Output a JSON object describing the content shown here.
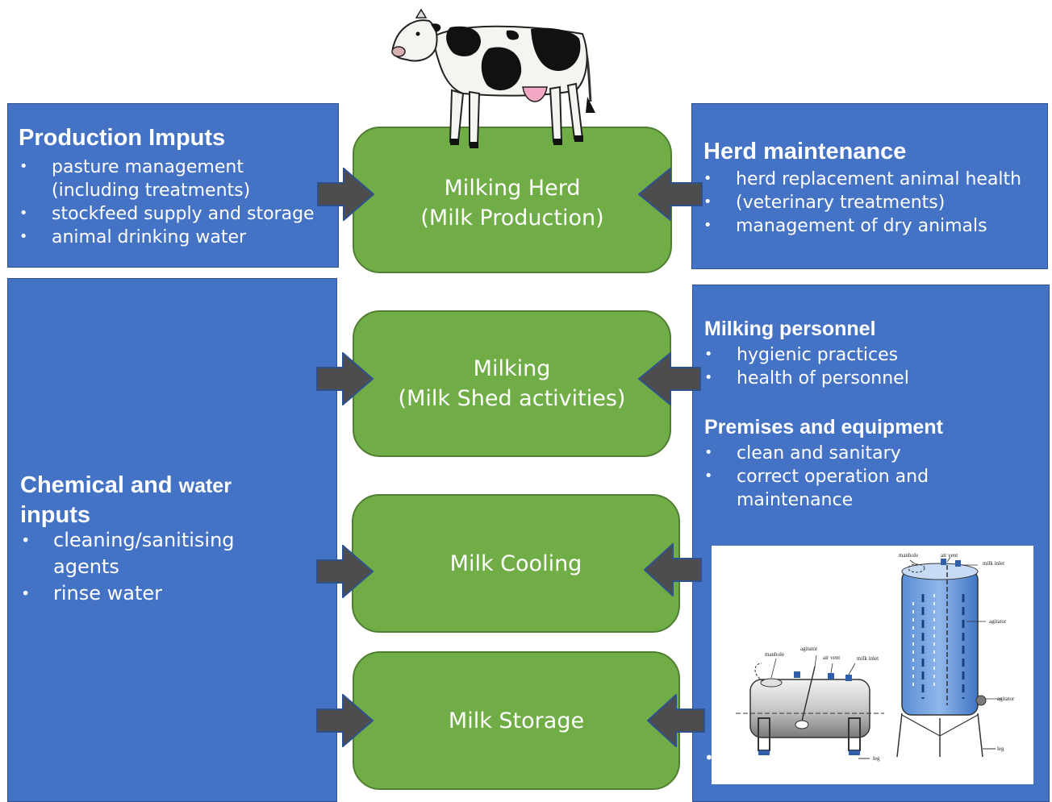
{
  "inputs": {
    "title": "Production Imputs",
    "items": [
      "pasture management",
      "(including treatments)",
      "stockfeed supply and storage",
      "animal drinking water"
    ]
  },
  "herd_maintenance": {
    "title": "Herd maintenance",
    "items": [
      "herd replacement animal health",
      "(veterinary treatments)",
      "management of dry animals"
    ]
  },
  "chemical": {
    "title_bold": "Chemical and",
    "title_rest": "water",
    "title_line2": "inputs",
    "items": [
      "cleaning/sanitising",
      "agents",
      "rinse water"
    ]
  },
  "personnel": {
    "title": "Milking personnel",
    "items": [
      "hygienic practices",
      "health of personnel"
    ]
  },
  "premises": {
    "title": "Premises and equipment",
    "items": [
      "clean and sanitary",
      "correct operation and",
      "maintenance"
    ]
  },
  "stages": {
    "herd": [
      "Milking Herd",
      "(Milk Production)"
    ],
    "milking": [
      "Milking",
      "(Milk Shed activities)"
    ],
    "cooling": "Milk Cooling",
    "storage": "Milk Storage"
  },
  "tank_labels": {
    "h_manhole": "manhole",
    "h_agitator": "agitator",
    "h_air_vent": "air vent",
    "h_milk_inlet": "milk inlet",
    "h_leg": "leg",
    "v_manhole": "manhole",
    "v_air_vent": "air vent",
    "v_milk_inlet": "milk inlet",
    "v_agitator": "agitator",
    "v_agitator2": "agitator",
    "v_leg": "leg"
  },
  "colors": {
    "blue": "#4472c4",
    "green": "#70ad47",
    "arrow": "#4d4d4d"
  }
}
